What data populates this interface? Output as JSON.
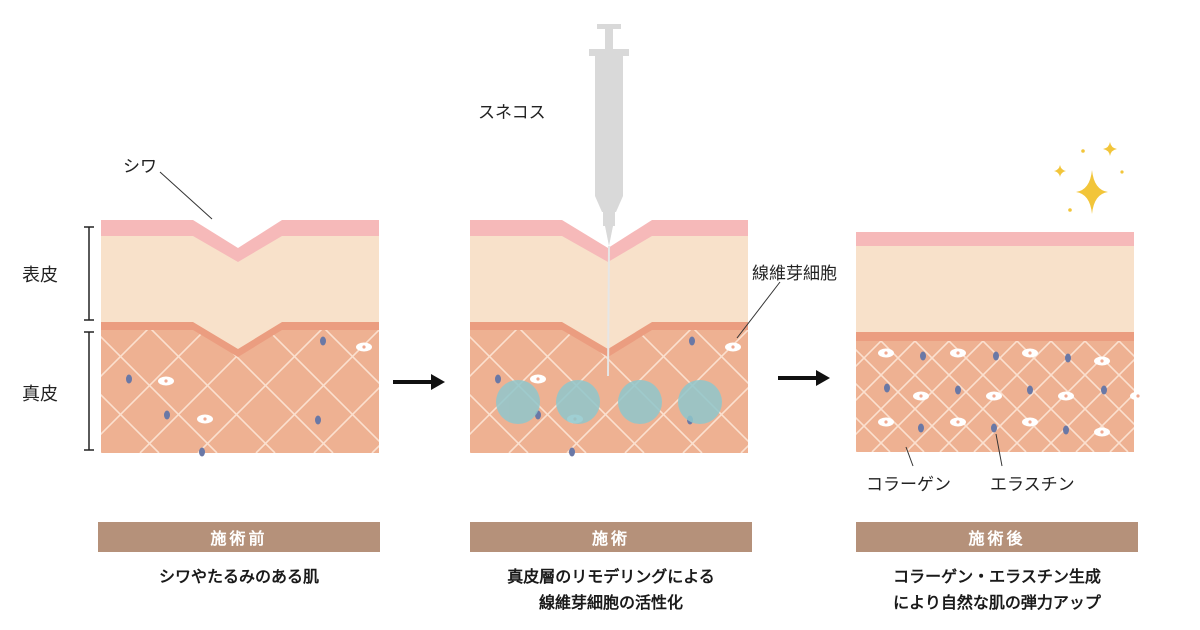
{
  "labels": {
    "wrinkle": "シワ",
    "epidermis": "表皮",
    "dermis": "真皮",
    "needle": "スネコス",
    "fibroblast": "線維芽細胞",
    "collagen": "コラーゲン",
    "elastin": "エラスチン"
  },
  "panels": [
    {
      "title": "施術前",
      "caption_lines": [
        "シワやたるみのある肌"
      ]
    },
    {
      "title": "施術",
      "caption_lines": [
        "真皮層のリモデリングによる",
        "線維芽細胞の活性化"
      ]
    },
    {
      "title": "施術後",
      "caption_lines": [
        "コラーゲン・エラスチン生成",
        "により自然な肌の弾力アップ"
      ]
    }
  ],
  "colors": {
    "skin_surface": "#f6b9b9",
    "epidermis": "#f8e1ca",
    "basal_line": "#eb9d80",
    "dermis": "#eeb192",
    "fiber": "#fbe0cf",
    "elastin_node": "#6a78a6",
    "injection_bubble": "#8fc7cc",
    "syringe": "#d9d9d9",
    "title_bar": "#b5917a",
    "sparkle": "#f2c53a"
  },
  "icons": [
    "syringe-icon",
    "sparkle-icon",
    "right-arrow-icon"
  ]
}
